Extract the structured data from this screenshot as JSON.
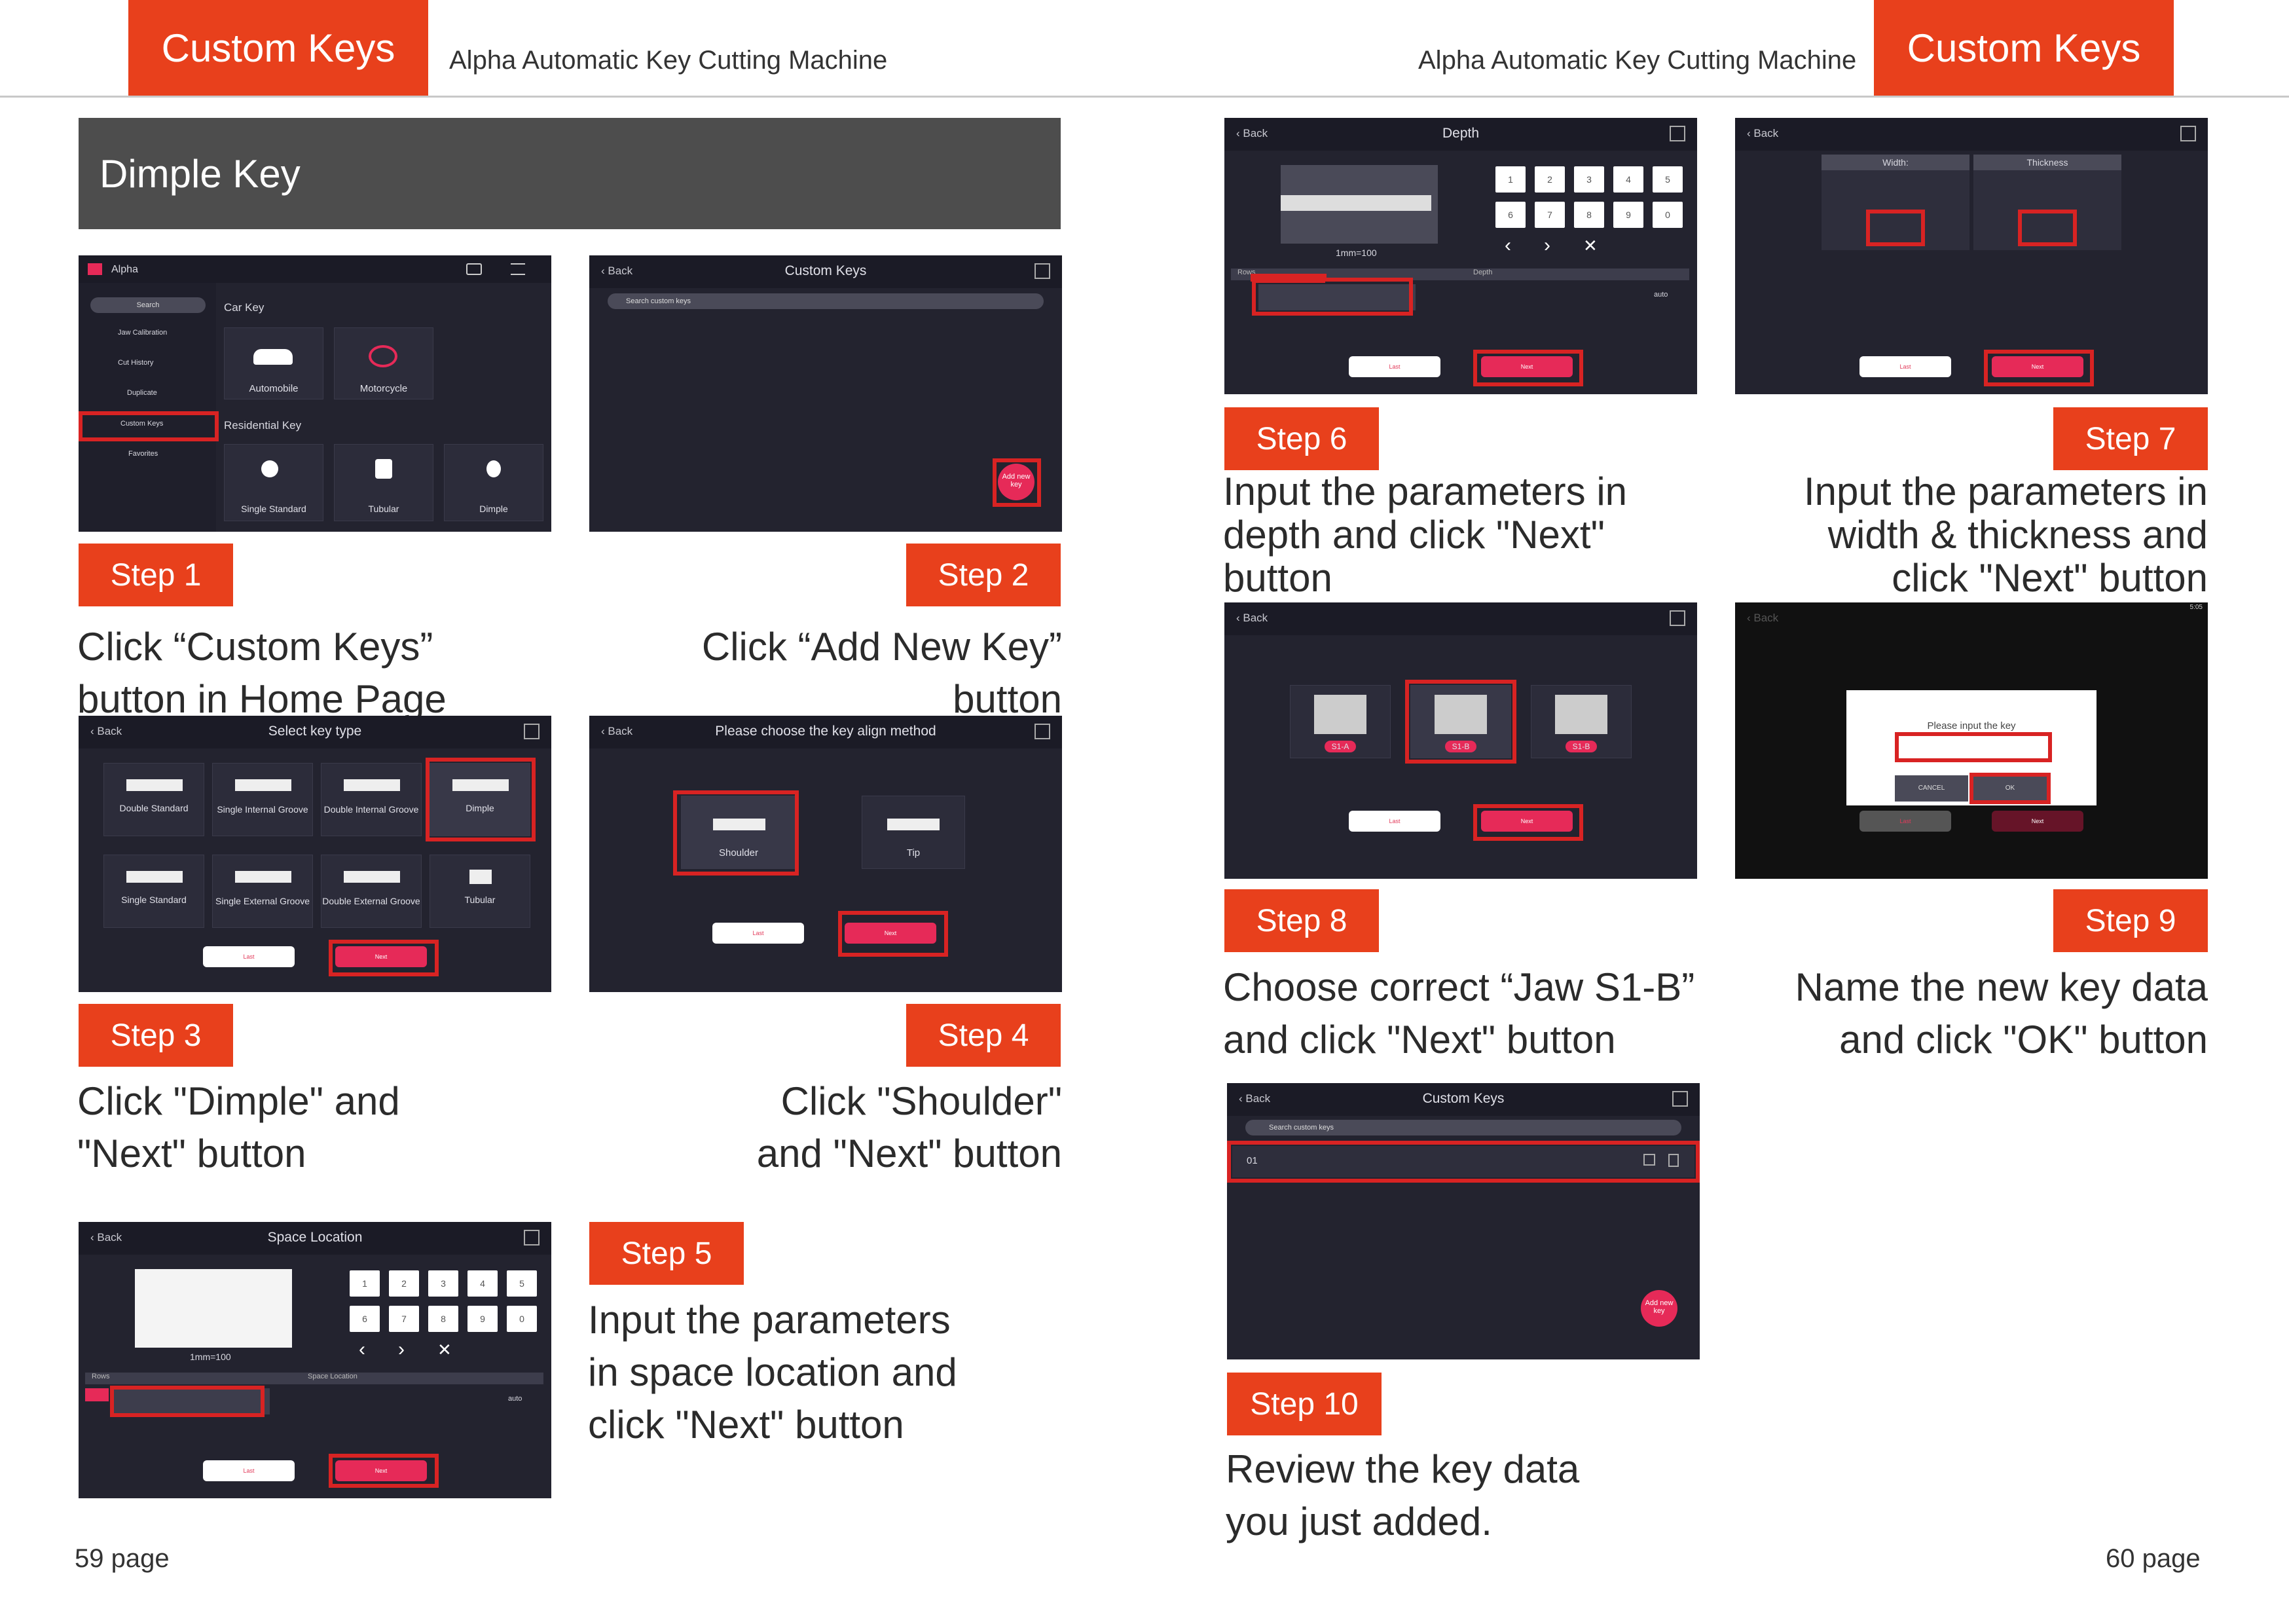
{
  "header": {
    "left_tab": "Custom Keys",
    "left_title": "Alpha Automatic Key Cutting Machine",
    "right_title": "Alpha Automatic Key Cutting Machine",
    "right_tab": "Custom Keys"
  },
  "banner": "Dimple Key",
  "steps": [
    {
      "label": "Step 1",
      "caption": "Click “Custom Keys”\nbutton in Home Page"
    },
    {
      "label": "Step 2",
      "caption": "Click “Add New Key”\nbutton"
    },
    {
      "label": "Step 3",
      "caption": "Click \"Dimple\" and\n\"Next\" button"
    },
    {
      "label": "Step 4",
      "caption": "Click \"Shoulder\"\nand \"Next\" button"
    },
    {
      "label": "Step 5",
      "caption": "Input the parameters\nin space location and\nclick \"Next\" button"
    },
    {
      "label": "Step 6",
      "caption": "Input the parameters in\ndepth and click \"Next\"\nbutton"
    },
    {
      "label": "Step 7",
      "caption": "Input the parameters in\nwidth & thickness and\nclick \"Next\" button"
    },
    {
      "label": "Step 8",
      "caption": "Choose correct “Jaw S1-B”\nand click \"Next\" button"
    },
    {
      "label": "Step 9",
      "caption": "Name the new key data\nand click \"OK\" button"
    },
    {
      "label": "Step 10",
      "caption": "Review the key data\nyou just added."
    }
  ],
  "pages": {
    "left": "59 page",
    "right": "60 page"
  },
  "screens": {
    "s1": {
      "app": "Alpha",
      "search": "Search",
      "menu": [
        "Jaw Calibration",
        "Cut History",
        "Duplicate",
        "Custom Keys",
        "Favorites"
      ],
      "car_key": "Car Key",
      "car_items": [
        "Automobile",
        "Motorcycle"
      ],
      "residential_key": "Residential Key",
      "res_items": [
        "Single Standard",
        "Tubular",
        "Dimple"
      ]
    },
    "s2": {
      "back": "Back",
      "title": "Custom Keys",
      "search": "Search custom keys",
      "add": "Add new key"
    },
    "s3": {
      "back": "Back",
      "title": "Select key type",
      "types": [
        "Double Standard",
        "Single Internal Groove",
        "Double Internal Groove",
        "Dimple",
        "Single Standard",
        "Single External Groove",
        "Double External Groove",
        "Tubular"
      ],
      "last": "Last",
      "next": "Next"
    },
    "s4": {
      "back": "Back",
      "title": "Please choose the key align method",
      "opts": [
        "Shoulder",
        "Tip"
      ],
      "last": "Last",
      "next": "Next"
    },
    "s5": {
      "back": "Back",
      "title": "Space Location",
      "scale": "1mm=100",
      "rows": "Rows",
      "col": "Space Location",
      "keys": [
        "1",
        "2",
        "3",
        "4",
        "5",
        "6",
        "7",
        "8",
        "9",
        "0"
      ],
      "auto": "auto",
      "last": "Last",
      "next": "Next"
    },
    "s6": {
      "back": "Back",
      "title": "Depth",
      "scale": "1mm=100",
      "rows": "Rows",
      "col": "Depth",
      "keys": [
        "1",
        "2",
        "3",
        "4",
        "5",
        "6",
        "7",
        "8",
        "9",
        "0"
      ],
      "auto": "auto",
      "last": "Last",
      "next": "Next"
    },
    "s7": {
      "back": "Back",
      "width": "Width:",
      "thickness": "Thickness",
      "last": "Last",
      "next": "Next"
    },
    "s8": {
      "back": "Back",
      "jaws": [
        "S1-A",
        "S1-B",
        "S1-B"
      ],
      "last": "Last",
      "next": "Next"
    },
    "s9": {
      "back": "Back",
      "prompt": "Please input the key",
      "cancel": "CANCEL",
      "ok": "OK",
      "status": "5:05",
      "last": "Last",
      "next": "Next"
    },
    "s10": {
      "back": "Back",
      "title": "Custom Keys",
      "search": "Search custom keys",
      "row": "01",
      "add": "Add new key"
    }
  }
}
